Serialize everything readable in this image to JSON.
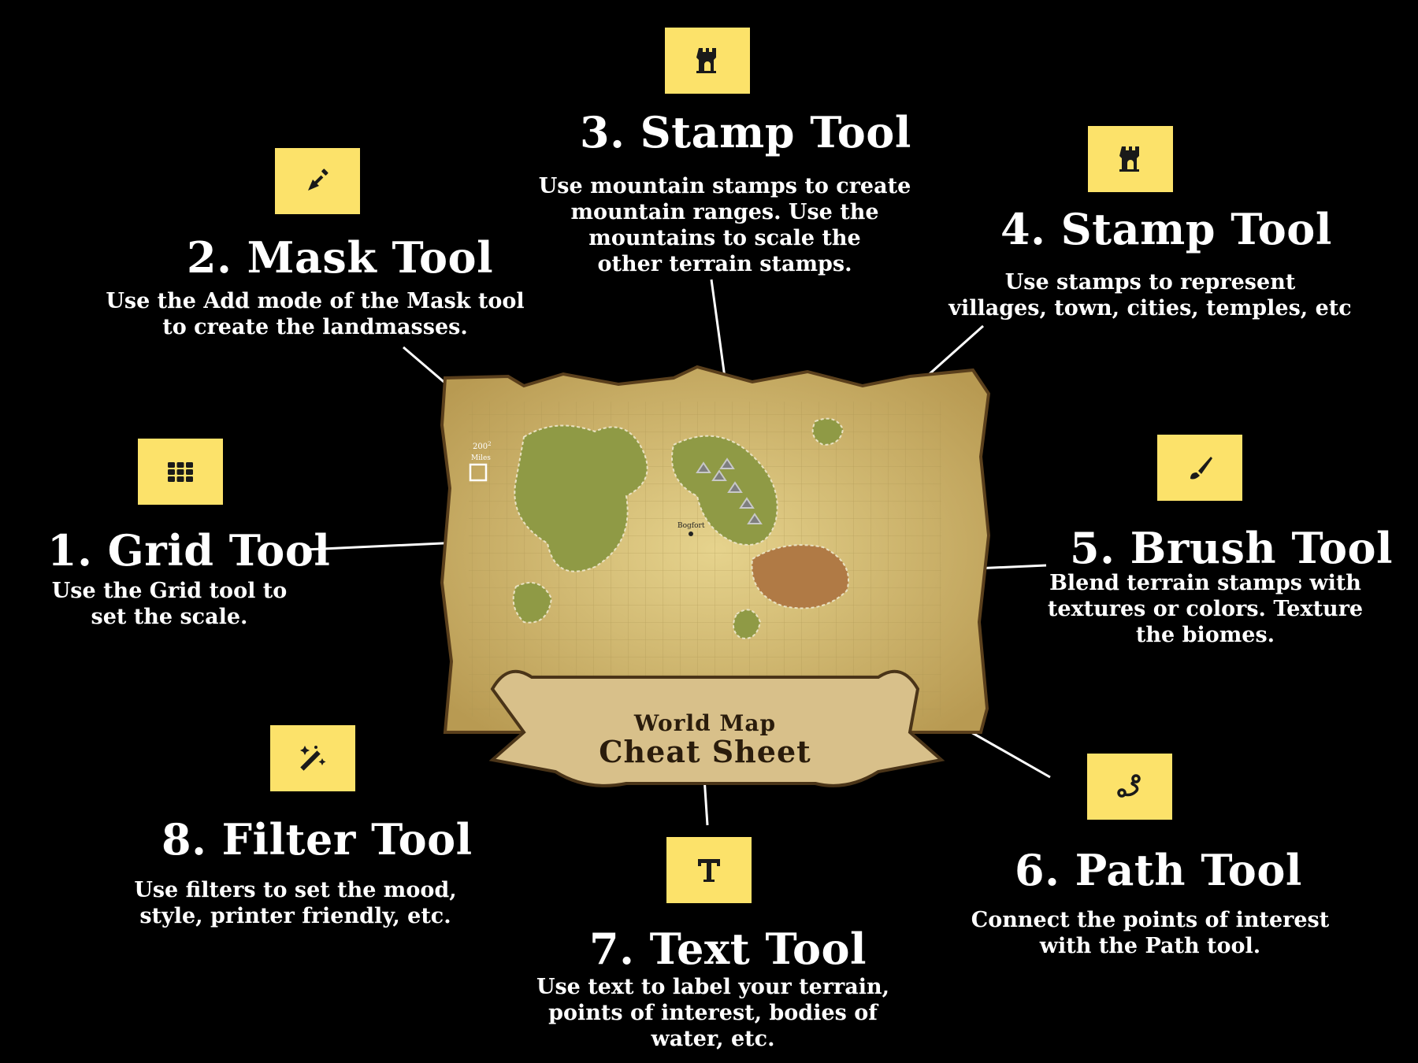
{
  "tools": [
    {
      "id": "grid",
      "title": "1. Grid Tool",
      "desc": "Use the Grid tool to\nset the scale.",
      "icon": "grid-icon"
    },
    {
      "id": "mask",
      "title": "2. Mask Tool",
      "desc": "Use the Add mode of the Mask tool\nto create the landmasses.",
      "icon": "shovel-icon"
    },
    {
      "id": "stamp3",
      "title": "3. Stamp Tool",
      "desc": "Use mountain stamps to create\nmountain ranges. Use the\nmountains to scale the\nother terrain stamps.",
      "icon": "castle-tower-icon"
    },
    {
      "id": "stamp4",
      "title": "4. Stamp Tool",
      "desc": "Use stamps to represent\nvillages, town, cities, temples, etc",
      "icon": "castle-tower-icon"
    },
    {
      "id": "brush",
      "title": "5. Brush Tool",
      "desc": "Blend terrain stamps with\ntextures or colors. Texture\nthe biomes.",
      "icon": "paintbrush-icon"
    },
    {
      "id": "path",
      "title": "6. Path Tool",
      "desc": "Connect the points of interest\nwith the Path tool.",
      "icon": "route-icon"
    },
    {
      "id": "text",
      "title": "7. Text Tool",
      "desc": "Use text to label your terrain,\npoints of interest, bodies of\nwater, etc.",
      "icon": "text-t-icon"
    },
    {
      "id": "filter",
      "title": "8. Filter Tool",
      "desc": "Use filters to set the mood,\nstyle, printer friendly, etc.",
      "icon": "magic-wand-icon"
    }
  ],
  "map": {
    "banner_line1": "World Map",
    "banner_line2": "Cheat Sheet",
    "scale_label": "200",
    "scale_sup": "2",
    "scale_unit": "Miles",
    "town_label": "Bogfort"
  },
  "colors": {
    "background": "#000000",
    "icon_bg": "#fce26a",
    "icon_fg": "#1a1a1a",
    "parchment": "#d9c27a",
    "land": "#8f9a45"
  }
}
